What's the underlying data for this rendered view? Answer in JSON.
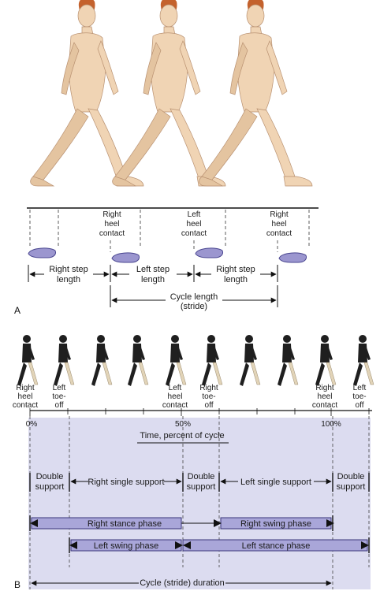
{
  "panel_a": {
    "panel_label": "A",
    "contacts": [
      {
        "line1": "Right",
        "line2": "heel",
        "line3": "contact"
      },
      {
        "line1": "Left",
        "line2": "heel",
        "line3": "contact"
      },
      {
        "line1": "Right",
        "line2": "heel",
        "line3": "contact"
      }
    ],
    "steps": [
      {
        "line1": "Right step",
        "line2": "length"
      },
      {
        "line1": "Left step",
        "line2": "length"
      },
      {
        "line1": "Right step",
        "line2": "length"
      }
    ],
    "cycle": {
      "line1": "Cycle length",
      "line2": "(stride)"
    }
  },
  "panel_b": {
    "panel_label": "B",
    "events": [
      {
        "line1": "Right",
        "line2": "heel",
        "line3": "contact"
      },
      {
        "line1": "Left",
        "line2": "toe-",
        "line3": "off"
      },
      {
        "line1": "Left",
        "line2": "heel",
        "line3": "contact"
      },
      {
        "line1": "Right",
        "line2": "toe-",
        "line3": "off"
      },
      {
        "line1": "Right",
        "line2": "heel",
        "line3": "contact"
      },
      {
        "line1": "Left",
        "line2": "toe-",
        "line3": "off"
      }
    ],
    "axis": {
      "start": "0%",
      "mid": "50%",
      "end": "100%",
      "title": "Time, percent of cycle"
    },
    "supports": [
      {
        "line1": "Double",
        "line2": "support"
      },
      {
        "line1": "Right single support"
      },
      {
        "line1": "Double",
        "line2": "support"
      },
      {
        "line1": "Left single support"
      },
      {
        "line1": "Double",
        "line2": "support"
      }
    ],
    "phases": {
      "right_stance": "Right stance phase",
      "right_swing": "Right swing phase",
      "left_swing": "Left swing phase",
      "left_stance": "Left stance phase"
    },
    "duration": "Cycle (stride) duration"
  },
  "colors": {
    "skin": "#f0d4b4",
    "skin_shade": "#d9b590",
    "hair": "#c4622d",
    "footprint": "#9b96cf",
    "lavender_bg": "#dcdcf0",
    "bar_fill": "#a9a6d9",
    "silhouette": "#1f1f1f"
  }
}
